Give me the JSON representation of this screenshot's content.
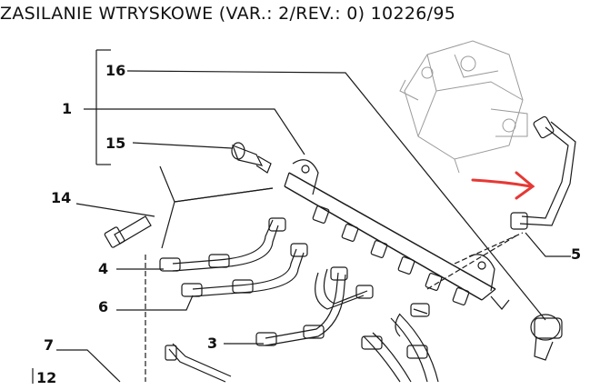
{
  "title": "ZASILANIE WTRYSKOWE (VAR.: 2/REV.: 0) 10226/95",
  "colors": {
    "line": "#1a1a1a",
    "arrow": "#e53935",
    "pump": "#9a9a9a"
  },
  "callouts": [
    {
      "id": "1",
      "text": "1"
    },
    {
      "id": "16",
      "text": "16"
    },
    {
      "id": "15",
      "text": "15"
    },
    {
      "id": "14",
      "text": "14"
    },
    {
      "id": "4",
      "text": "4"
    },
    {
      "id": "6",
      "text": "6"
    },
    {
      "id": "3",
      "text": "3"
    },
    {
      "id": "7",
      "text": "7"
    },
    {
      "id": "12",
      "text": "12"
    },
    {
      "id": "5",
      "text": "5"
    }
  ]
}
